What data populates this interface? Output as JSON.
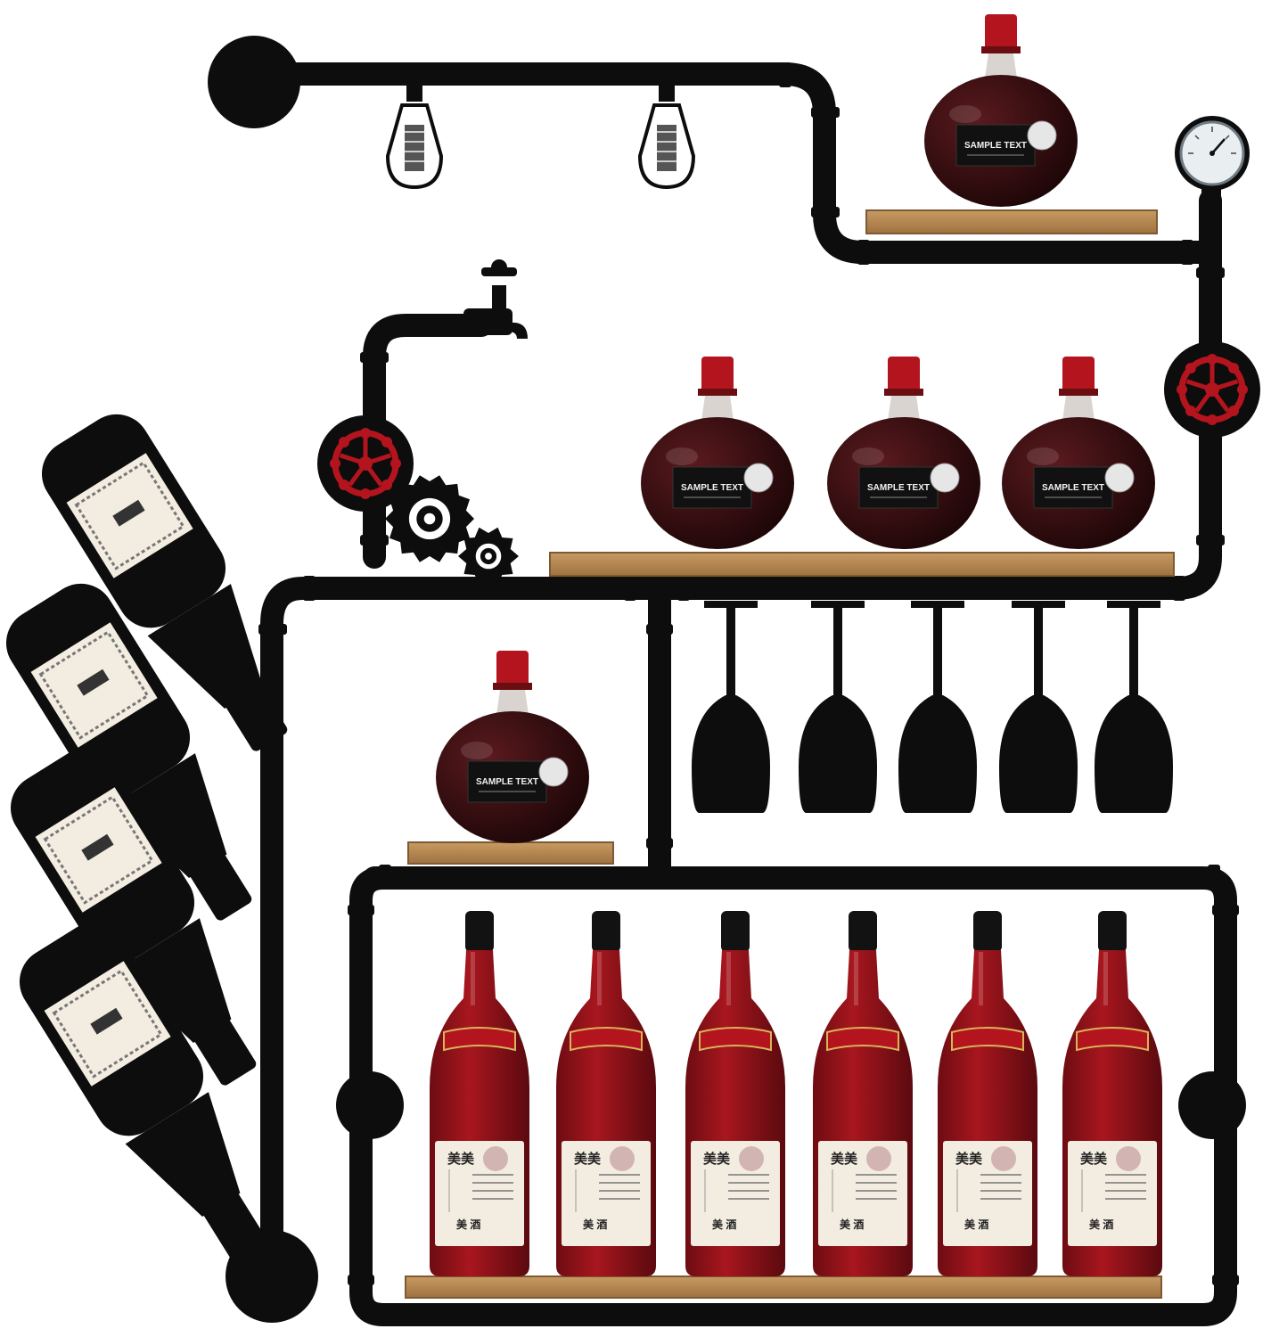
{
  "scene": {
    "subject": "industrial pipe wine rack",
    "colors": {
      "pipe": "#0d0d0d",
      "wood": "#b98a55",
      "wood_edge": "#7d5a33",
      "wine_red": "#8e1218",
      "wine_dark": "#2a0a0c",
      "label_cream": "#f3ece0",
      "accent_red": "#b3141d"
    }
  },
  "labels": {
    "round_bottle_title": "SAMPLE TEXT",
    "red_bottle_glyph": "美美",
    "red_bottle_bottom": "美 酒"
  },
  "counts": {
    "wine_glasses": 5,
    "red_bottles": 6,
    "round_bottles": 5,
    "side_bottles": 4,
    "edison_bulbs": 2
  }
}
